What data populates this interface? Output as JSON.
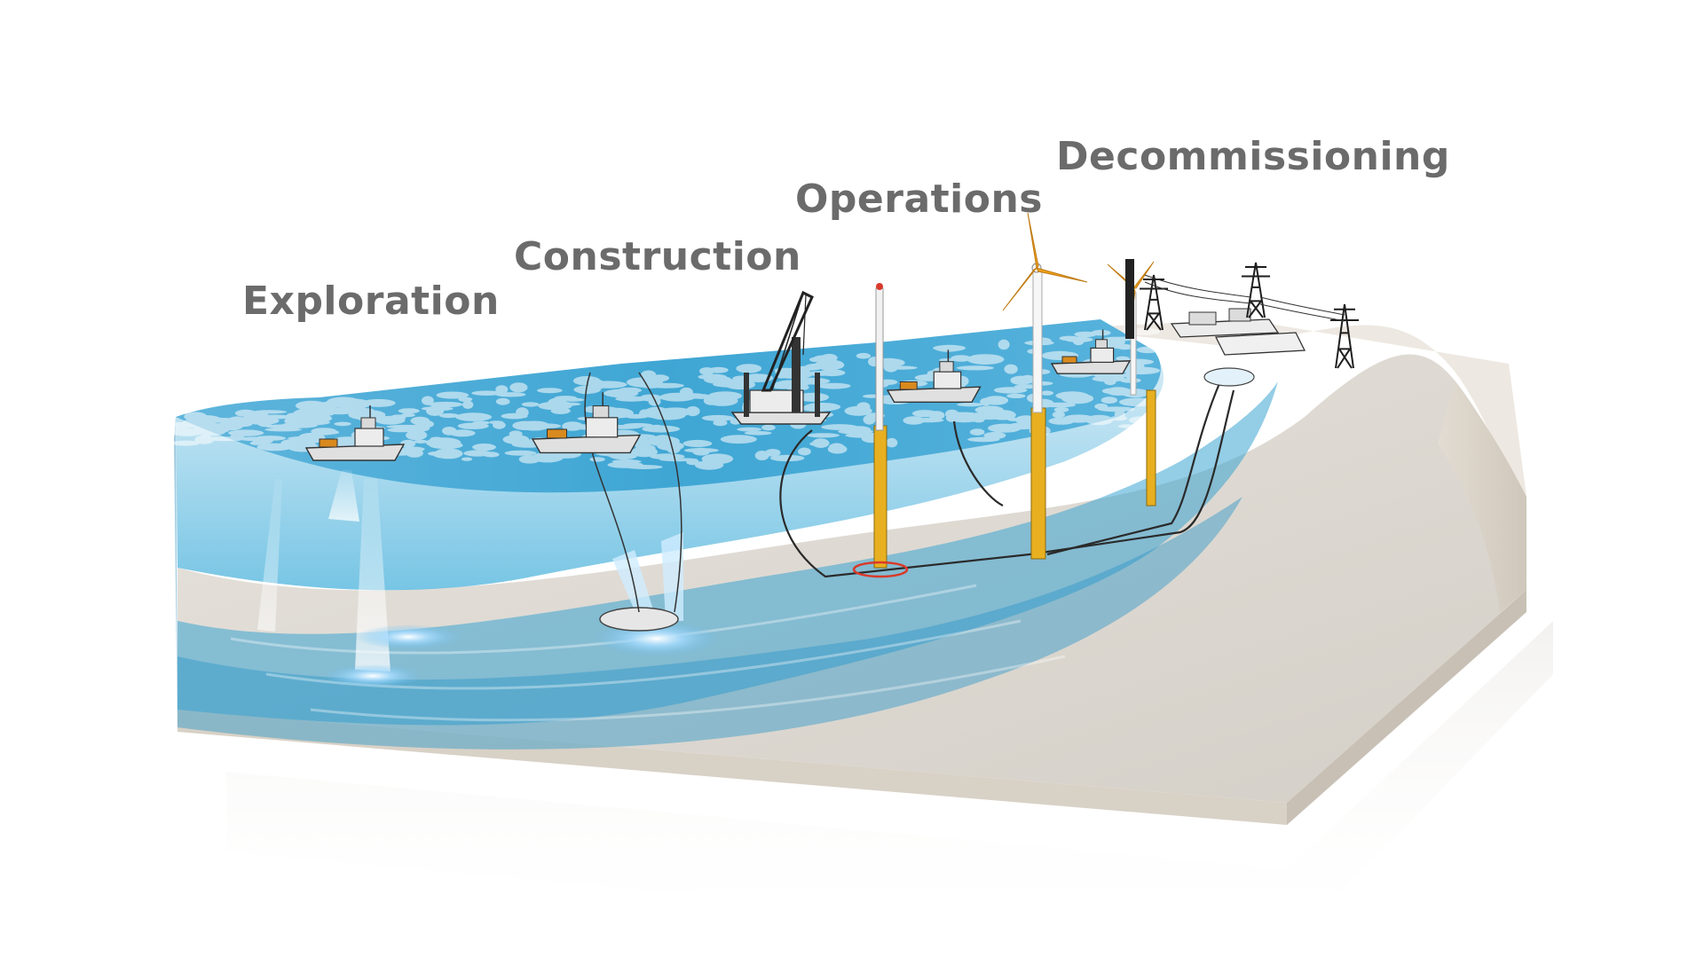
{
  "phases": {
    "exploration": "Exploration",
    "construction": "Construction",
    "operations": "Operations",
    "decommissioning": "Decommissioning"
  },
  "colors": {
    "text": "#6b6b6b",
    "water_surface": "#4aa8d4",
    "water_deep": "#2e9ccc",
    "water_light": "#bfe2f0",
    "seabed": "#e8e4de",
    "block_side": "#d9d2c8",
    "blade": "#f0a21e",
    "tower": "#f2f2f2",
    "pile_yellow": "#e8b020",
    "buoy_red": "#d93a2b",
    "sonar_glow": "#9fd8ff",
    "ship_hull": "#e0e0e0",
    "ship_outline": "#333333",
    "pylon": "#222222"
  },
  "icons": {
    "survey_vessel": "survey-ship-icon",
    "cable_vessel": "cable-ship-icon",
    "jackup_barge": "crane-barge-icon",
    "service_vessel": "service-ship-icon",
    "wind_turbine": "wind-turbine-icon",
    "transmission_pylon": "pylon-icon",
    "substation": "substation-icon"
  }
}
